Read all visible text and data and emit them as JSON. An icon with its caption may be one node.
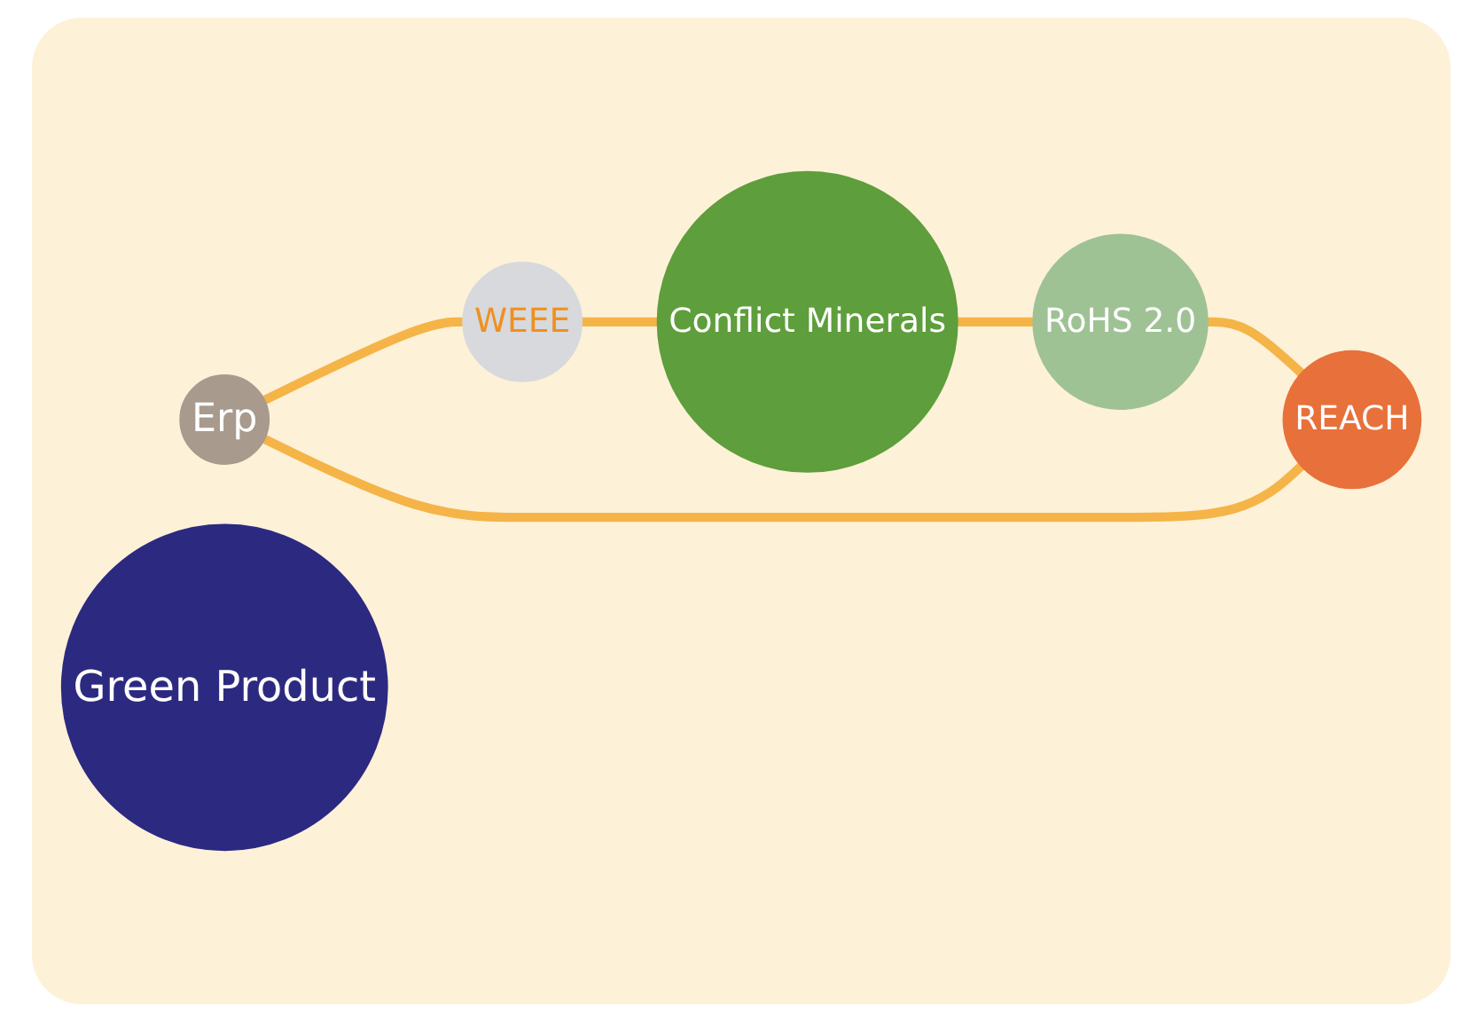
{
  "diagram": {
    "nodes": [
      {
        "text": [
          "Erp"
        ]
      },
      {
        "text": [
          "REACH"
        ]
      },
      {
        "text": [
          "WEEE"
        ]
      },
      {
        "text": [
          "Green Product"
        ]
      },
      {
        "text": [
          "Conflict Minerals"
        ]
      },
      {
        "text": [
          "RoHS 2.0"
        ]
      }
    ],
    "edges": [
      {
        "from": 0,
        "to": 2,
        "arrow": "none"
      },
      {
        "from": 2,
        "to": 4,
        "arrow": "none"
      },
      {
        "from": 4,
        "to": 5,
        "arrow": "none"
      },
      {
        "from": 5,
        "to": 1,
        "arrow": "none"
      },
      {
        "from": 1,
        "to": 0,
        "arrow": "none"
      }
    ]
  }
}
